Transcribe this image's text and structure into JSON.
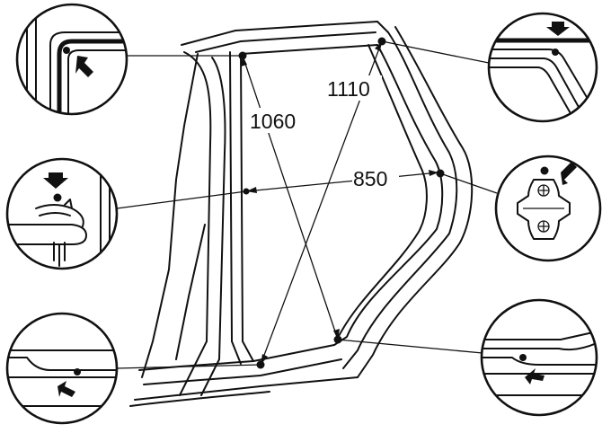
{
  "dimensions": {
    "d1060": "1060",
    "d1110": "1110",
    "d850": "850"
  },
  "icons": [
    "arrow-icon",
    "hinge-bracket-icon",
    "screw-icon"
  ]
}
